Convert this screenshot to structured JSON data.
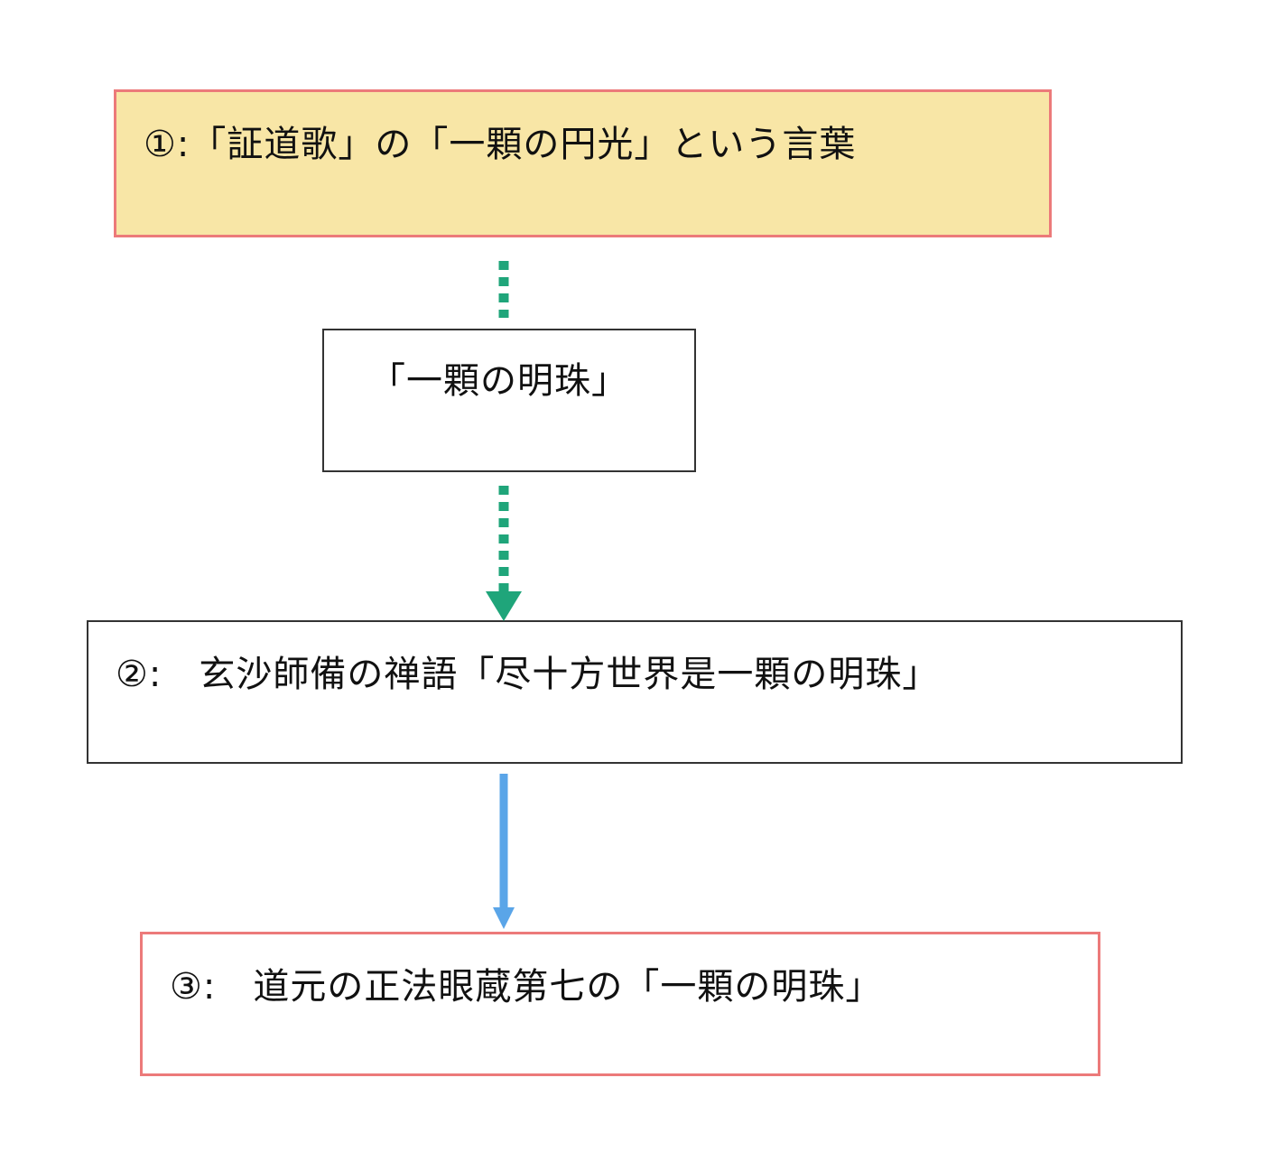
{
  "colors": {
    "box1_fill": "#f8e6a6",
    "box1_border": "#ec7a7a",
    "box3_border": "#ec7a7a",
    "neutral_border": "#333333",
    "dotted_arrow": "#1fa57a",
    "solid_arrow": "#5aa5e8"
  },
  "nodes": {
    "box1": {
      "text": "①:「証道歌」の「一顆の円光」という言葉"
    },
    "pearl": {
      "text": "「一顆の明珠」"
    },
    "box2": {
      "text": "②:　玄沙師備の禅語「尽十方世界是一顆の明珠」"
    },
    "box3": {
      "text": "③:　道元の正法眼蔵第七の「一顆の明珠」"
    }
  },
  "edges": [
    {
      "from": "box1",
      "to": "pearl",
      "style": "dotted",
      "arrowhead": false
    },
    {
      "from": "pearl",
      "to": "box2",
      "style": "dotted",
      "arrowhead": true
    },
    {
      "from": "box2",
      "to": "box3",
      "style": "solid",
      "arrowhead": true
    }
  ]
}
